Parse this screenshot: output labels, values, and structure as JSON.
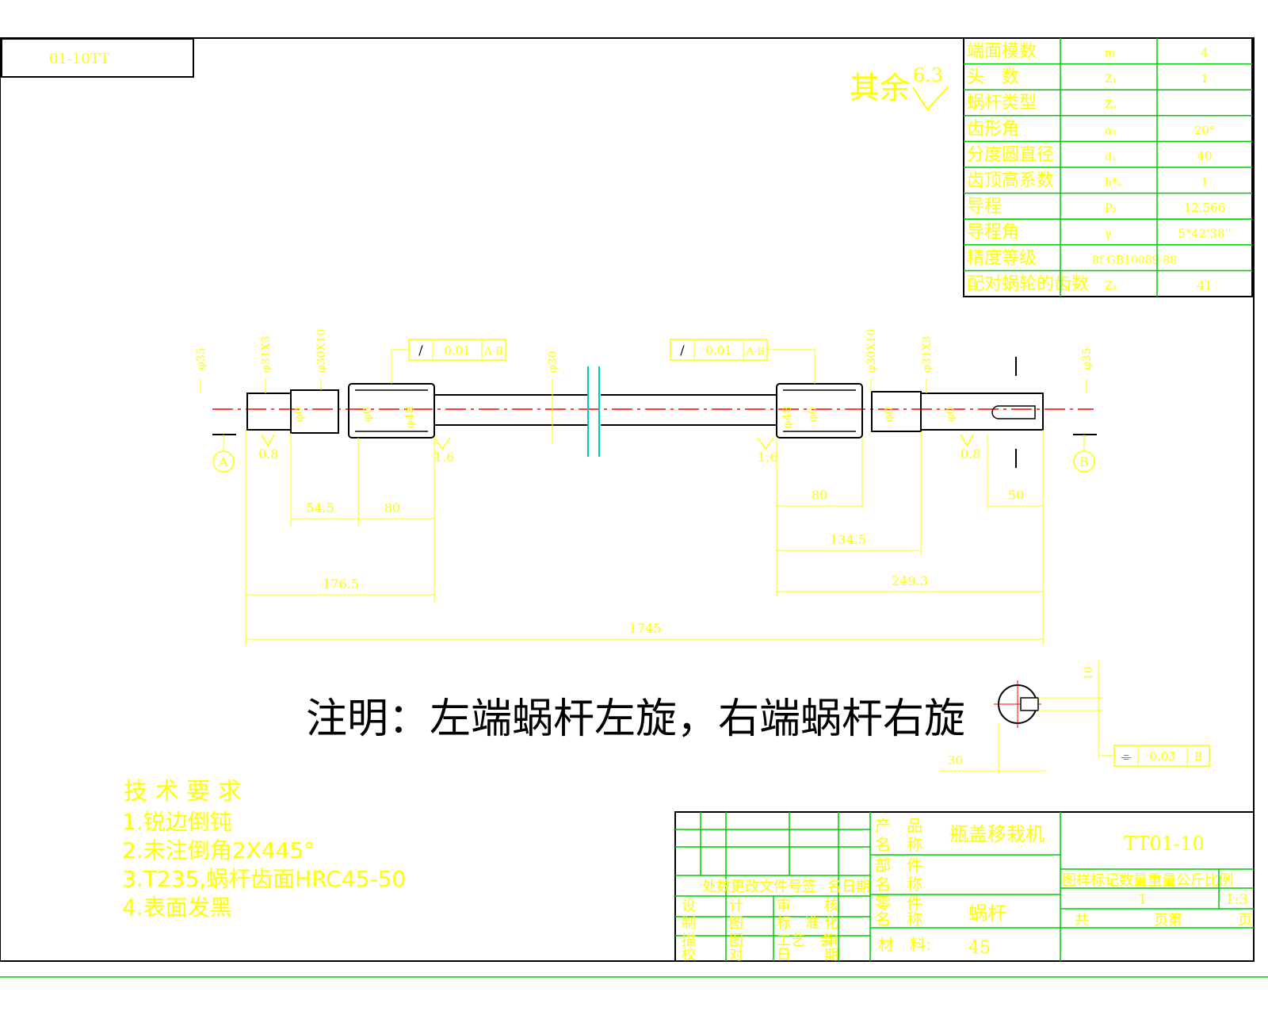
{
  "colors": {
    "background": "#ffffff",
    "border": "#000000",
    "table": "#00c800",
    "text": "#ffff00",
    "dimension": "#ffff00",
    "centerline": "#ff0000",
    "break": "#00c8c8",
    "note": "#000000"
  },
  "corner_code": "01-10TT",
  "surface": {
    "prefix": "其余",
    "value": "6.3"
  },
  "param_table": {
    "rows": [
      {
        "name": "端面模数",
        "symbol": "m",
        "value": "4"
      },
      {
        "name": "头　数",
        "symbol": "Z₁",
        "value": "1"
      },
      {
        "name": "蜗杆类型",
        "symbol": "Zₐ",
        "value": ""
      },
      {
        "name": "齿形角",
        "symbol": "α₁",
        "value": "20°"
      },
      {
        "name": "分度圆直径",
        "symbol": "d₁",
        "value": "40"
      },
      {
        "name": "齿顶高系数",
        "symbol": "h*ₐ",
        "value": "1"
      },
      {
        "name": "导程",
        "symbol": "P₂",
        "value": "12.566"
      },
      {
        "name": "导程角",
        "symbol": "γ",
        "value": "5°42'38''"
      },
      {
        "name": "精度等级",
        "symbol": "8f  GB10089-88",
        "value": ""
      },
      {
        "name": "配对蜗轮的齿数",
        "symbol": "Z₂",
        "value": "41"
      }
    ]
  },
  "tolerances": {
    "left": {
      "symbol": "/",
      "value": "0.01",
      "datum": "A-B"
    },
    "right": {
      "symbol": "/",
      "value": "0.01",
      "datum": "A-B"
    },
    "keyway": {
      "symbol": "⌯",
      "value": "0.03",
      "datum": "B"
    }
  },
  "diameters": {
    "d1": "φ35",
    "d2": "φ31X3",
    "d3": "φ30X10",
    "d4": "φ30",
    "d5": "φ30X10",
    "d6": "φ31X3",
    "d7": "φ35",
    "d8": "φ0",
    "d9": "φ0",
    "d10": "φ48",
    "d11": "φ0",
    "d12": "φ0",
    "d13": "φ48",
    "d14": "φ0"
  },
  "roughness": {
    "r1": "0.8",
    "r2": "1.6",
    "r3": "1.6",
    "r4": "0.8"
  },
  "datums": {
    "a": "A",
    "b": "B"
  },
  "dims": {
    "d545": "54.5",
    "d80l": "80",
    "d80r": "80",
    "d50": "50",
    "d1345": "134.5",
    "d1765": "176.5",
    "d2493": "249.3",
    "d1745": "1745",
    "key_depth": "10",
    "key_angle": "30"
  },
  "note": "注明：左端蜗杆左旋，右端蜗杆右旋",
  "tech": {
    "title": "技 术 要 求",
    "items": [
      "1.锐边倒钝",
      "2.未注倒角2X445°",
      "3.T235,蜗杆齿面HRC45-50",
      "4.表面发黑"
    ]
  },
  "title_block": {
    "product_label": "产　品\n名　称",
    "product_label_a": "产　品",
    "product_label_b": "名　称",
    "product_name": "瓶盖移栽机",
    "part_label_a": "部　件",
    "part_label_b": "名　称",
    "component_label_a": "零　件",
    "component_label_b": "名　称",
    "component_name": "蜗杆",
    "material_label": "材　料:",
    "material": "45",
    "drawing_no": "TT01-10",
    "rev_header": "处数更改文件号签",
    "rev_header_2": "名日期",
    "info_header": "图样标记数量重量公斤比例",
    "qty": "1",
    "scale": "1:3",
    "total_label": "共",
    "page_label": "页第",
    "page_end": "页",
    "sig_labels": [
      "设",
      "计",
      "审",
      "核",
      "制",
      "图",
      "标",
      "准",
      "化",
      "描",
      "图",
      "工艺",
      "会",
      "审",
      "校",
      "对",
      "日",
      "期"
    ]
  }
}
